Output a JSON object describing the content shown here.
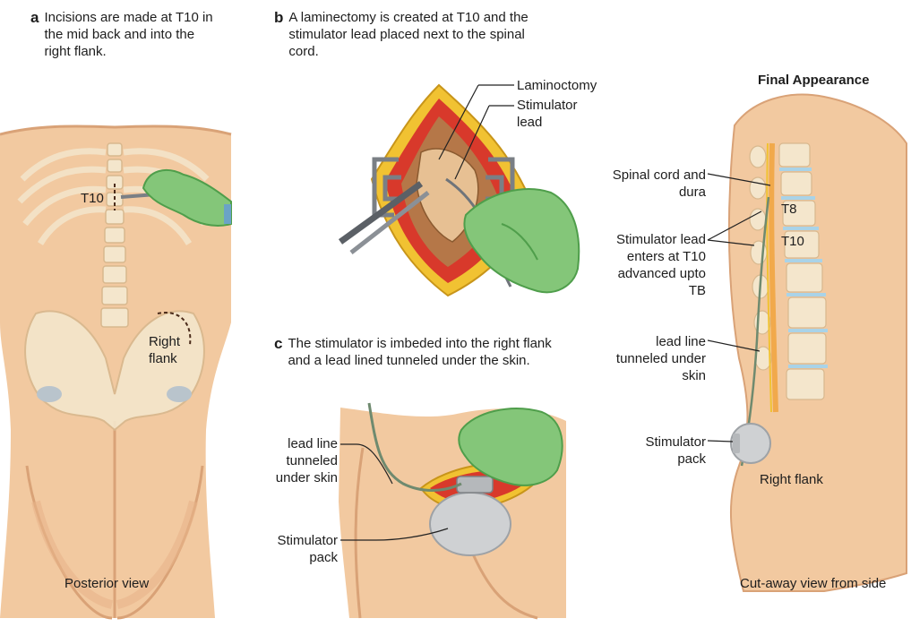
{
  "colors": {
    "skin": "#f2c9a0",
    "skin_shadow": "#d9a277",
    "bone": "#f4e6cc",
    "tissue_red": "#d8392b",
    "fat_yellow": "#f1c232",
    "glove": "#84c679",
    "glove_dark": "#4f9e4b",
    "spine_blue": "#a9d3e8",
    "device": "#cfd1d3"
  },
  "panel_a": {
    "letter": "a",
    "caption": "Incisions are made at T10 in the mid back and into the right flank.",
    "label_t10": "T10",
    "label_right_flank": "Right flank",
    "view": "Posterior view"
  },
  "panel_b": {
    "letter": "b",
    "caption": "A laminectomy is created at T10 and the stimulator lead placed next to the spinal cord.",
    "label_laminectomy": "Laminoctomy",
    "label_stimulator_lead": "Stimulator lead"
  },
  "panel_c": {
    "letter": "c",
    "caption": "The stimulator is imbeded into the right flank and a lead lined tunneled under the skin.",
    "label_lead_line": "lead line tunneled under skin",
    "label_stim_pack": "Stimulator pack"
  },
  "panel_final": {
    "title": "Final Appearance",
    "label_spinal_cord": "Spinal cord and dura",
    "label_t8": "T8",
    "label_t10": "T10",
    "label_stim_lead": "Stimulator lead enters at T10 advanced upto TB",
    "label_lead_line": "lead line tunneled under skin",
    "label_stim_pack": "Stimulator pack",
    "label_right_flank": "Right flank",
    "view": "Cut-away view from side"
  },
  "icons": [
    "surgical-glove-icon",
    "stimulator-pack-icon",
    "forceps-icon",
    "retractor-icon"
  ]
}
